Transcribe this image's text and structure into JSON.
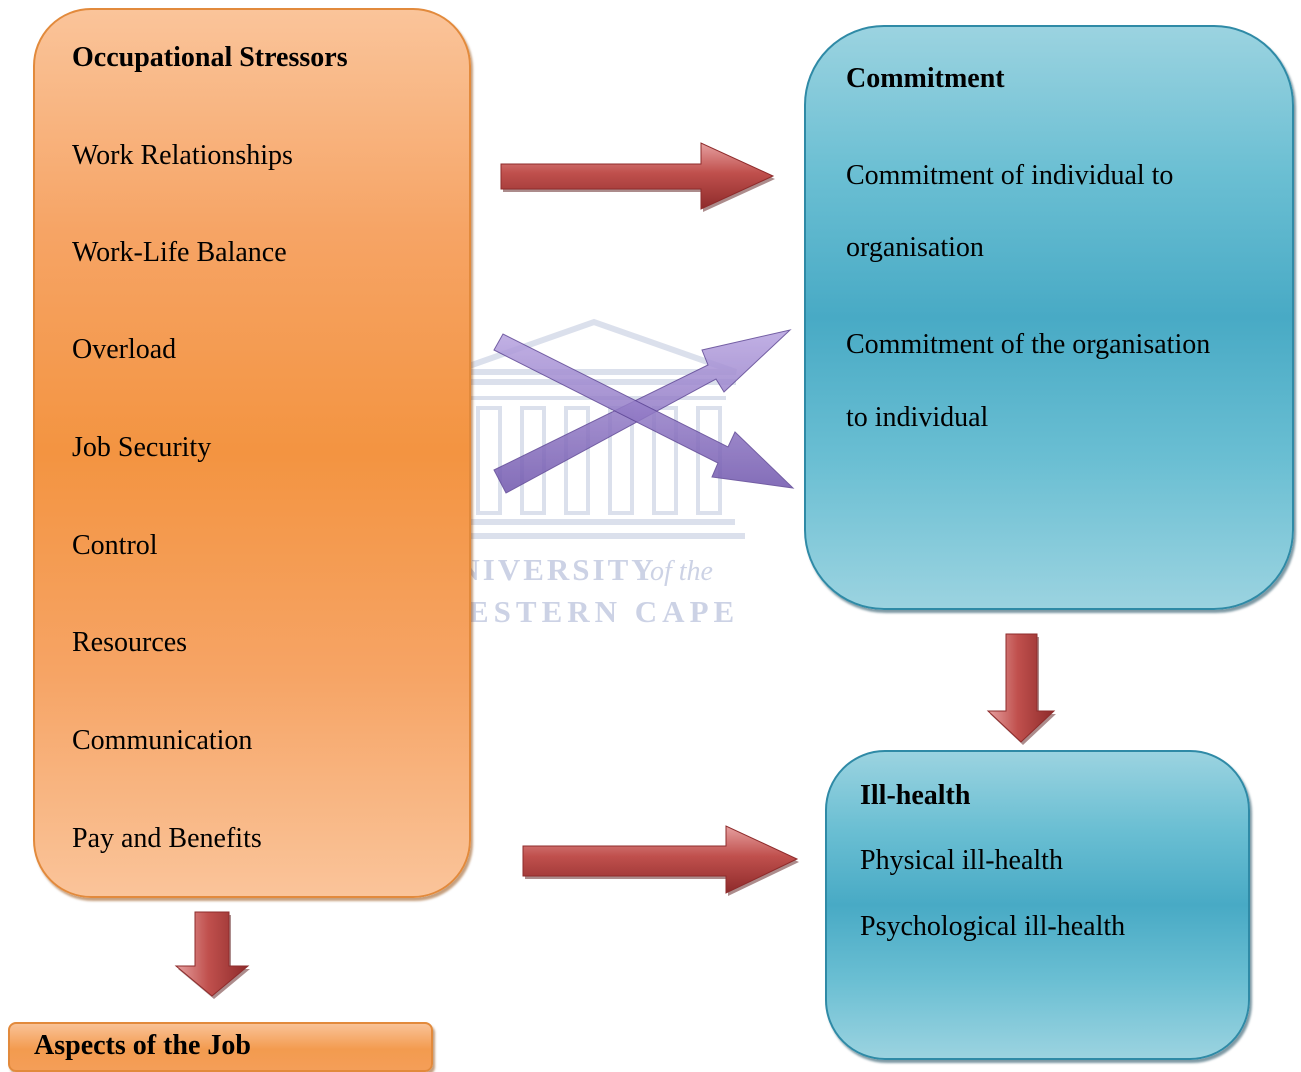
{
  "stressors": {
    "title": "Occupational Stressors",
    "items": [
      "Work Relationships",
      "Work-Life Balance",
      "Overload",
      "Job Security",
      "Control",
      "Resources",
      "Communication",
      "Pay and Benefits"
    ]
  },
  "aspects": {
    "title": "Aspects of the Job"
  },
  "commitment": {
    "title": "Commitment",
    "line1": "Commitment of individual to",
    "line2": "organisation",
    "line3": "Commitment of the organisation",
    "line4": "to individual"
  },
  "illhealth": {
    "title": "Ill-health",
    "item1": "Physical ill-health",
    "item2": "Psychological ill-health"
  },
  "watermark": {
    "line1": "UNIVERSITY",
    "line1_italic": "of the",
    "line2": "WESTERN CAPE"
  },
  "colors": {
    "orange": "#f39441",
    "blue": "#48aac5",
    "red_arrow": "#b5484c",
    "purple_arrow": "#8b6fc2"
  }
}
